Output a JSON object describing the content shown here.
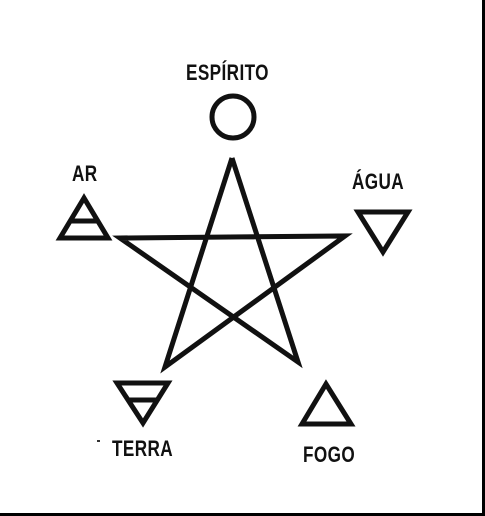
{
  "labels": {
    "spirit": "ESPÍRITO",
    "air": "AR",
    "water": "ÁGUA",
    "earth": "TERRA",
    "fire": "FOGO"
  },
  "colors": {
    "ink": "#111111",
    "background": "#ffffff",
    "frame": "#000000"
  },
  "icons": {
    "spirit": "circle-icon",
    "air": "triangle-up-with-bar-icon",
    "water": "triangle-down-icon",
    "earth": "triangle-down-with-bar-icon",
    "fire": "triangle-up-icon"
  }
}
